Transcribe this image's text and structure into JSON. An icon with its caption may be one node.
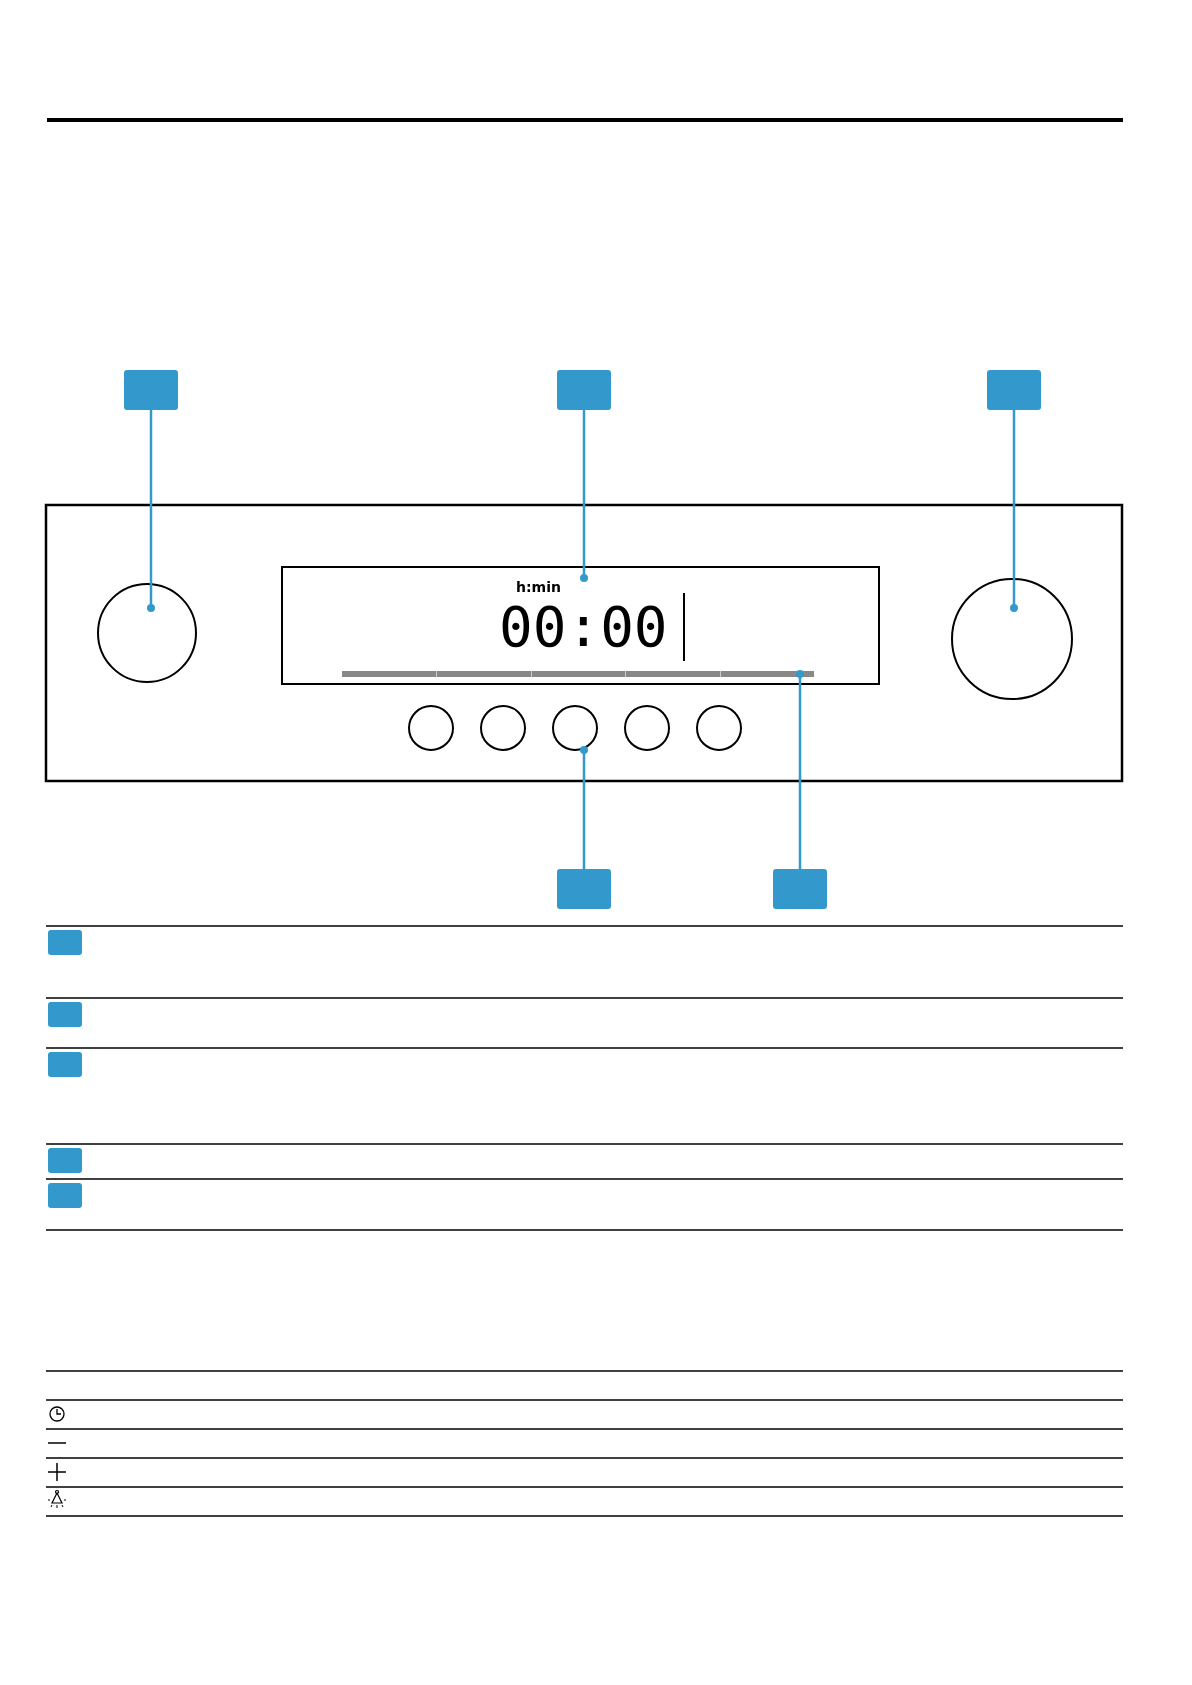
{
  "diagram": {
    "nodes": [
      {
        "text": [],
        "shape": "box"
      },
      {
        "text": [],
        "shape": "box"
      },
      {
        "text": [],
        "shape": "box"
      },
      {
        "text": [],
        "shape": "circle"
      },
      {
        "text": [
          "h:min",
          "00:00"
        ]
      },
      {
        "text": [],
        "shape": "circle"
      },
      {
        "text": [],
        "shape": "bar",
        "in": 4
      },
      {
        "text": [],
        "shape": "circle"
      },
      {
        "text": [],
        "shape": "circle"
      },
      {
        "text": [],
        "shape": "circle"
      },
      {
        "text": [],
        "shape": "circle"
      },
      {
        "text": [],
        "shape": "circle"
      },
      {
        "text": [],
        "shape": "box"
      },
      {
        "text": [],
        "shape": "box"
      },
      {
        "text": [],
        "shape": "box"
      },
      {
        "text": [],
        "shape": "box"
      },
      {
        "text": [],
        "shape": "box"
      },
      {
        "text": [],
        "shape": "box"
      },
      {
        "text": [],
        "shape": "box"
      }
    ],
    "edges": [
      {
        "from": 0,
        "to": 3,
        "arrow": "other"
      },
      {
        "from": 1,
        "to": 4,
        "arrow": "other"
      },
      {
        "from": 2,
        "to": 5,
        "arrow": "other"
      },
      {
        "from": 12,
        "to": 9,
        "arrow": "other"
      },
      {
        "from": 13,
        "to": 6,
        "arrow": "other"
      }
    ]
  }
}
